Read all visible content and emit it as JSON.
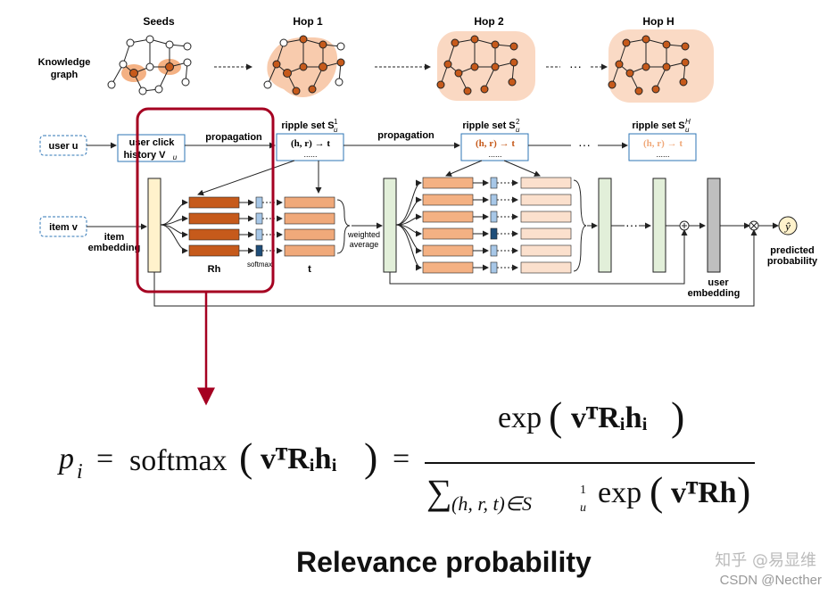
{
  "diagram": {
    "top_labels": {
      "knowledge_graph_line1": "Knowledge",
      "knowledge_graph_line2": "graph",
      "seeds": "Seeds",
      "hop1": "Hop 1",
      "hop2": "Hop 2",
      "hopH": "Hop H",
      "hop_ellipsis": "···"
    },
    "middle_row": {
      "user_u": "user u",
      "user_click_line1": "user click",
      "user_click_line2": "history V",
      "user_click_sub": "u",
      "propagation_1": "propagation",
      "propagation_2": "propagation",
      "ripple_set_1": "ripple set S",
      "ripple_sup_1": "1",
      "ripple_set_2": "ripple set S",
      "ripple_sup_2": "2",
      "ripple_set_H": "ripple set S",
      "ripple_sup_H": "H",
      "ripple_sub": "u",
      "hrt_1": "(h, r) → t",
      "hrt_2": "(h, r) → t",
      "hrt_H": "(h, r) → t",
      "dots": "......",
      "ellipsis": "···"
    },
    "bottom_row": {
      "item_v": "item v",
      "item_embedding_line1": "item",
      "item_embedding_line2": "embedding",
      "rh": "Rh",
      "softmax": "softmax",
      "t": "t",
      "weighted_line1": "weighted",
      "weighted_line2": "average",
      "ellipsis": "···",
      "user_embedding_line1": "user",
      "user_embedding_line2": "embedding",
      "y_hat": "ŷ",
      "predicted_line1": "predicted",
      "predicted_line2": "probability"
    },
    "colors": {
      "dark_orange": "#c65a1b",
      "mid_orange": "#f0a97a",
      "light_orange": "#fbe0cd",
      "light_blue": "#a7c7e7",
      "dark_blue": "#1f4e79",
      "green_fill": "#e2efd9",
      "yellow_fill": "#fff2cc",
      "highlight_red": "#a50021"
    }
  },
  "formula": {
    "lhs": "p",
    "lhs_sub": "i",
    "eq1": "=",
    "softmax": "softmax",
    "arg": "vᵀRᵢhᵢ",
    "eq2": "=",
    "num_exp": "exp",
    "num_arg": "vᵀRᵢhᵢ",
    "den_sum": "∑",
    "den_sub": "(h, r, t)∈S",
    "den_sub_sup": "1",
    "den_sub_sub": "u",
    "den_exp": "exp",
    "den_arg": "vᵀRh"
  },
  "caption": "Relevance probability",
  "watermark": {
    "line1": "知乎 @易显维",
    "line2": "CSDN @Necther"
  }
}
